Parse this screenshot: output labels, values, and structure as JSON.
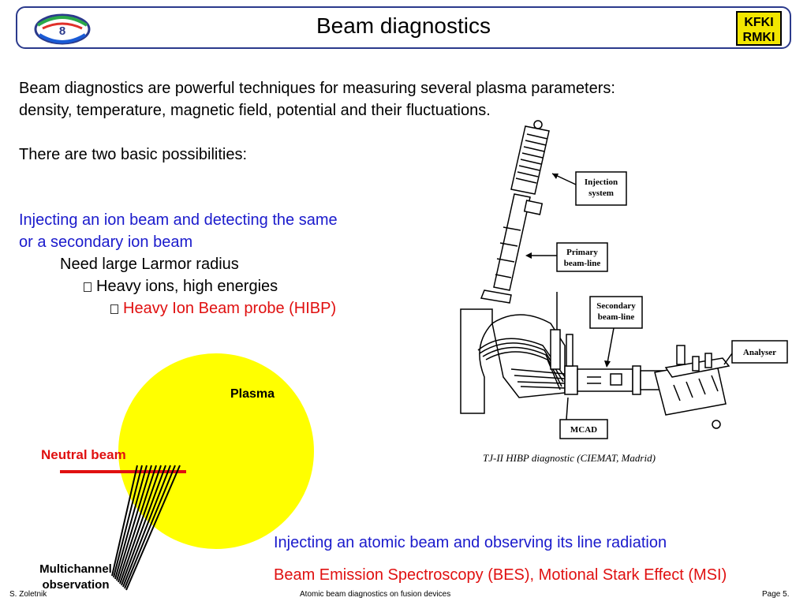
{
  "header": {
    "title": "Beam diagnostics",
    "left_logo_text": "8",
    "right_logo_text": "KFKI RMKI"
  },
  "intro": {
    "line1": "Beam diagnostics are powerful techniques for measuring several plasma parameters:",
    "line2": "density, temperature, magnetic field, potential and their fluctuations.",
    "possibilities": "There are two basic possibilities:"
  },
  "option1": {
    "line1": "Injecting an ion beam and detecting the same",
    "line2": "or a secondary ion beam",
    "sub1": "Need large Larmor radius",
    "sub2": "Heavy ions, high energies",
    "sub3": "Heavy Ion Beam probe (HIBP)"
  },
  "figure": {
    "labels": {
      "injection": [
        "Injection",
        "system"
      ],
      "primary": [
        "Primary",
        "beam-line"
      ],
      "secondary": [
        "Secondary",
        "beam-line"
      ],
      "analyser": "Analyser",
      "mcad": "MCAD"
    },
    "caption": "TJ-II HIBP diagnostic (CIEMAT, Madrid)"
  },
  "plasma_diagram": {
    "plasma_label": "Plasma",
    "beam_label": "Neutral beam",
    "observation_label": [
      "Multichannel",
      "observation"
    ],
    "colors": {
      "plasma": "#ffff00",
      "beam": "#e01010"
    }
  },
  "option2": {
    "line1": "Injecting an atomic beam and observing its line radiation",
    "line2": "Beam Emission Spectroscopy (BES), Motional Stark Effect (MSI)"
  },
  "footer": {
    "author": "S. Zoletnik",
    "center": "Atomic beam diagnostics on fusion devices",
    "page": "Page  5."
  }
}
